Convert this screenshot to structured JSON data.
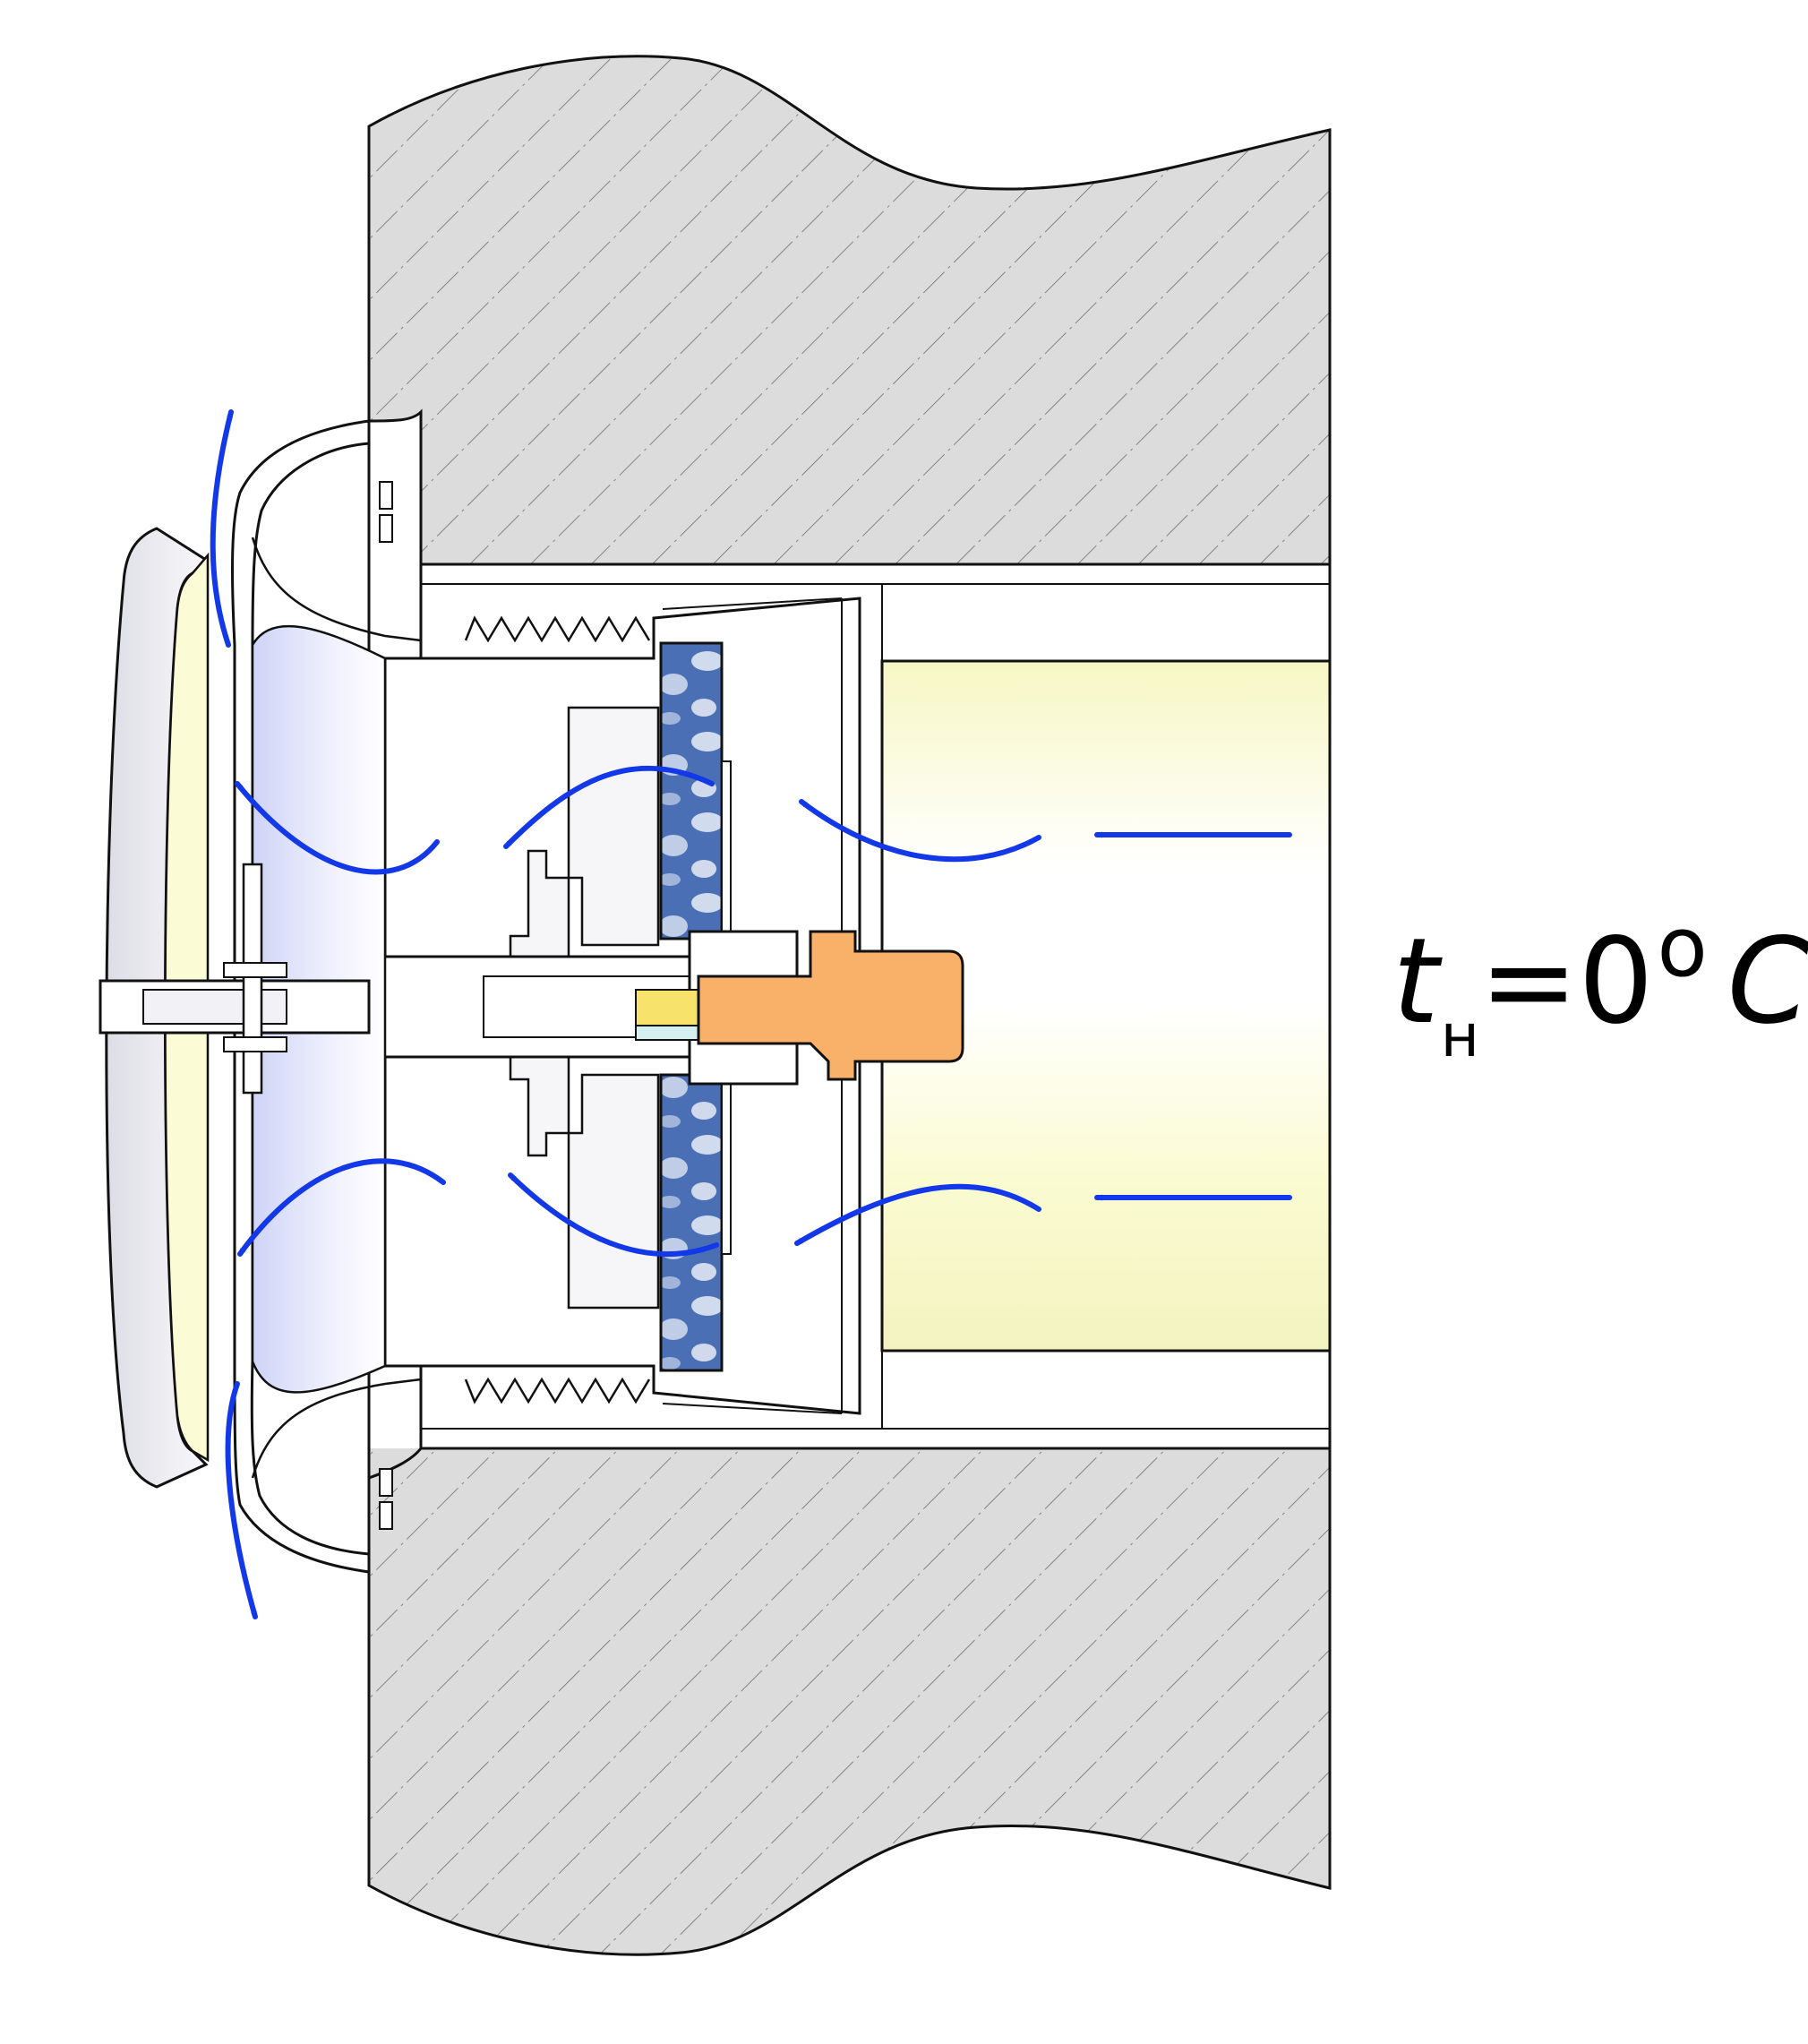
{
  "label": {
    "symbol": "t",
    "subscript": "н",
    "equals": "=",
    "value": "0",
    "degree": "o",
    "unit": "C"
  },
  "colors": {
    "wall_fill": "#dcdcdc",
    "hatch": "#6e6e6e",
    "outline": "#111111",
    "airflow_arrow": "#1238e8",
    "filter_blue": "#4a6fb5",
    "brass_fitting": "#f9b16a",
    "yellow_insert": "#f7e36b",
    "duct_cream": "#fbfbd6",
    "diffuser_lavender": "#d7dcf8"
  },
  "icons": {
    "arrow": "airflow-arrow-icon"
  }
}
